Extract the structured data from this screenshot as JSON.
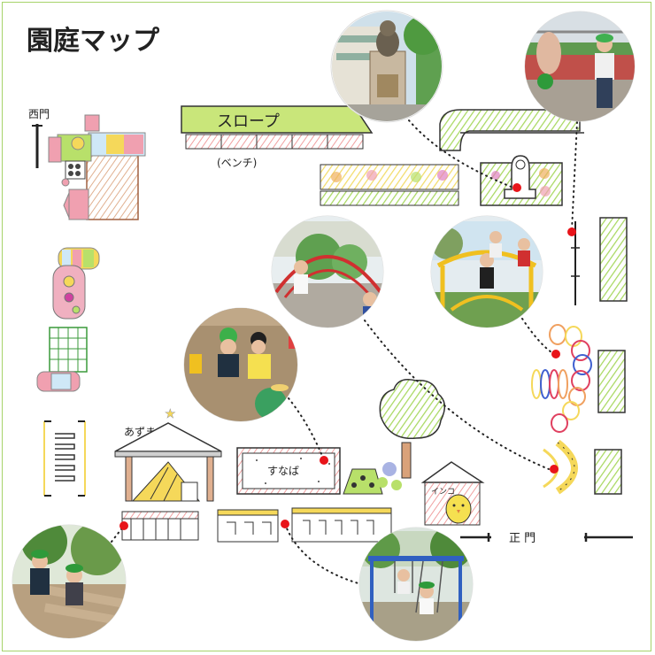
{
  "title": "園庭マップ",
  "labels": {
    "west_gate": "西門",
    "slope": "スロープ",
    "bench": "(ベンチ)",
    "azumaya": "あずまや",
    "sandbox": "すなば",
    "inko": "インコ",
    "main_gate": "正 門"
  },
  "colors": {
    "pin": "#e8141a",
    "frame": "#a6d36a",
    "grass": "#b8e06a",
    "wood": "#d9a27a",
    "sky": "#cfe8f7",
    "slide_yellow": "#f5d85a"
  },
  "photos": [
    {
      "subject": "bronze statue on pedestal"
    },
    {
      "subject": "children on horizontal bar"
    },
    {
      "subject": "children at red arch climbing dome"
    },
    {
      "subject": "children on yellow climbing frame"
    },
    {
      "subject": "children digging in sandbox"
    },
    {
      "subject": "children on wooden log play structure"
    },
    {
      "subject": "children on blue swing"
    }
  ]
}
